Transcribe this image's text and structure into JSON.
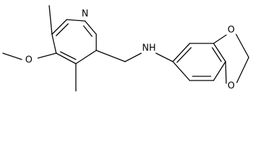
{
  "molecule": {
    "atoms": {
      "pyridine_n": "N",
      "methoxy_o": "O",
      "amine_nh": "NH",
      "dioxole_o1": "O",
      "dioxole_o2": "O"
    }
  },
  "colors": {
    "bond": "#000000",
    "label": "#000000",
    "background": "#ffffff"
  }
}
